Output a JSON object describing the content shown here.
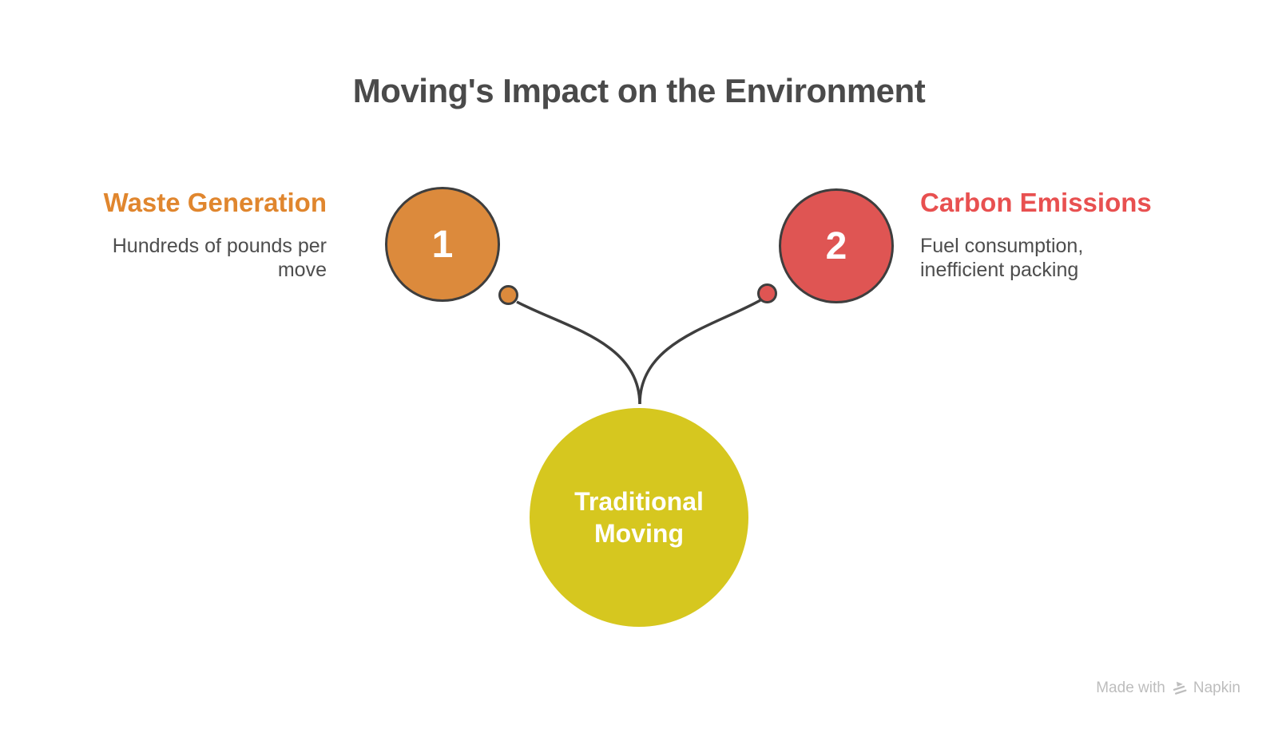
{
  "title": "Moving's Impact on the Environment",
  "center_node": {
    "label": "Traditional Moving"
  },
  "nodes": [
    {
      "number": "1",
      "title": "Waste Generation",
      "description": "Hundreds of pounds per move"
    },
    {
      "number": "2",
      "title": "Carbon Emissions",
      "description": "Fuel consumption, inefficient packing"
    }
  ],
  "footer": {
    "made_with": "Made with",
    "brand": "Napkin"
  },
  "colors": {
    "node1_fill": "#DC8A3C",
    "node1_title": "#E0862E",
    "node2_fill": "#DF5553",
    "node2_title": "#E85050",
    "center_fill": "#D6C71F",
    "stroke": "#3E3E3E",
    "heading_text": "#4A4A4A",
    "body_text": "#4D4D4D",
    "footer_text": "#BDBDBD",
    "background": "#FFFFFF"
  }
}
